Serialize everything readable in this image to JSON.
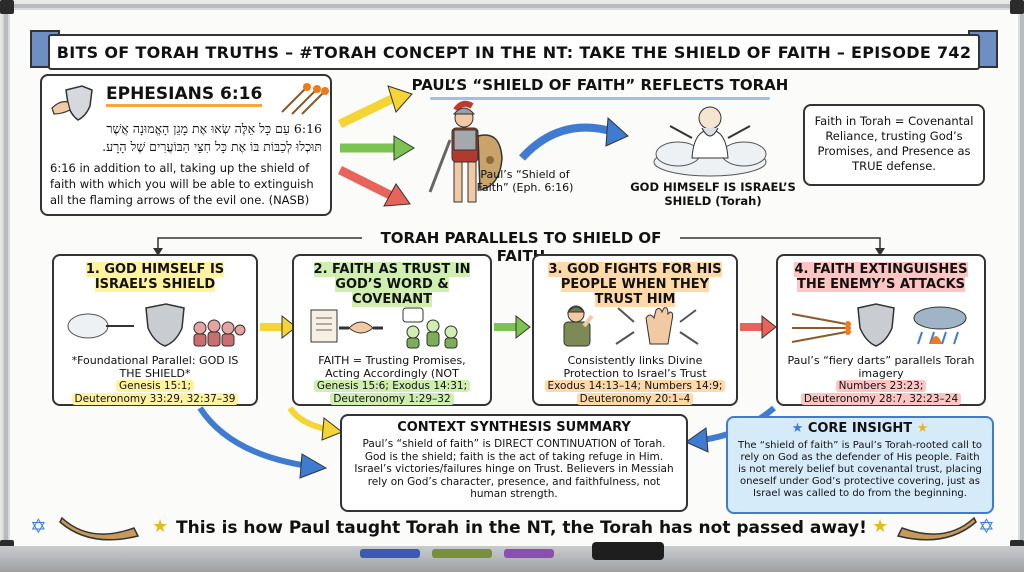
{
  "banner": {
    "title": "BITS OF TORAH TRUTHS – #TORAH CONCEPT IN THE NT: TAKE THE SHIELD OF FAITH – EPISODE 742"
  },
  "ephesians": {
    "heading": "EPHESIANS 6:16",
    "hebrew_line1": "6:16 עַם כָּל אֵלֶּה שְׂאוּ אֶת מָגֵן הָאֱמוּנָה אֲשֶׁר",
    "hebrew_line2": "תּוּכְלוּ לְכַבּוֹת בּוֹ אֶת כָּל חִצֵּי הַבּוֹעֲרִים שֶׁל הָרָע.",
    "english": "6:16 in addition to all, taking up the shield of faith with which you will be able to extinguish all the flaming arrows of the evil one. (NASB)"
  },
  "center": {
    "title": "PAUL’S “SHIELD OF FAITH” REFLECTS TORAH",
    "soldier_caption": "Paul’s “Shield of Faith” (Eph. 6:16)",
    "god_caption": "GOD HIMSELF IS ISRAEL’S SHIELD (Torah)"
  },
  "faith_note": "Faith in Torah = Covenantal Reliance, trusting God’s Promises, and Presence as TRUE defense.",
  "parallels_title": "TORAH PARALLELS TO SHIELD OF FAITH",
  "cards": [
    {
      "title": "1. GOD HIMSELF IS ISRAEL’S SHIELD",
      "text": "*Foundational Parallel: GOD IS THE SHIELD*",
      "refs": [
        "Genesis 15:1;",
        "Deuteronomy 33:29, 32:37–39"
      ]
    },
    {
      "title": "2. FAITH AS TRUST IN GOD’S WORD & COVENANT",
      "text": "FAITH = Trusting Promises, Acting Accordingly (NOT Abstract)",
      "refs": [
        "Genesis 15:6; Exodus 14:31;",
        "Deuteronomy 1:29–32"
      ]
    },
    {
      "title": "3. GOD FIGHTS FOR HIS PEOPLE WHEN THEY TRUST HIM",
      "text": "Consistently links Divine Protection to Israel’s Trust",
      "refs": [
        "Exodus 14:13–14; Numbers 14:9;",
        "Deuteronomy 20:1–4"
      ]
    },
    {
      "title": "4. FAITH EXTINGUISHES THE ENEMY’S ATTACKS",
      "text": "Paul’s “fiery darts” parallels Torah imagery",
      "refs": [
        "Numbers 23:23;",
        "Deuteronomy 28:7, 32:23–24"
      ]
    }
  ],
  "summary": {
    "title": "CONTEXT SYNTHESIS SUMMARY",
    "body": "Paul’s “shield of faith” is DIRECT CONTINUATION of Torah. God is the shield; faith is the act of taking refuge in Him. Israel’s victories/failures hinge on Trust. Believers in Messiah rely on God’s character, presence, and faithfulness, not human strength."
  },
  "insight": {
    "title": "CORE INSIGHT",
    "body": "The “shield of faith” is Paul’s Torah-rooted call to rely on God as the defender of His people. Faith is not merely belief but covenantal trust, placing oneself under God’s protective covering, just as Israel was called to do from the beginning."
  },
  "footer": "This is how Paul taught Torah in the NT, the Torah has not passed away!",
  "colors": {
    "yellow": "#fff3a0",
    "green": "#cfeeb0",
    "orange": "#ffd9a8",
    "red": "#ffc4c4",
    "blue": "#d6ebfa",
    "ribbon": "#6d8fc4"
  }
}
